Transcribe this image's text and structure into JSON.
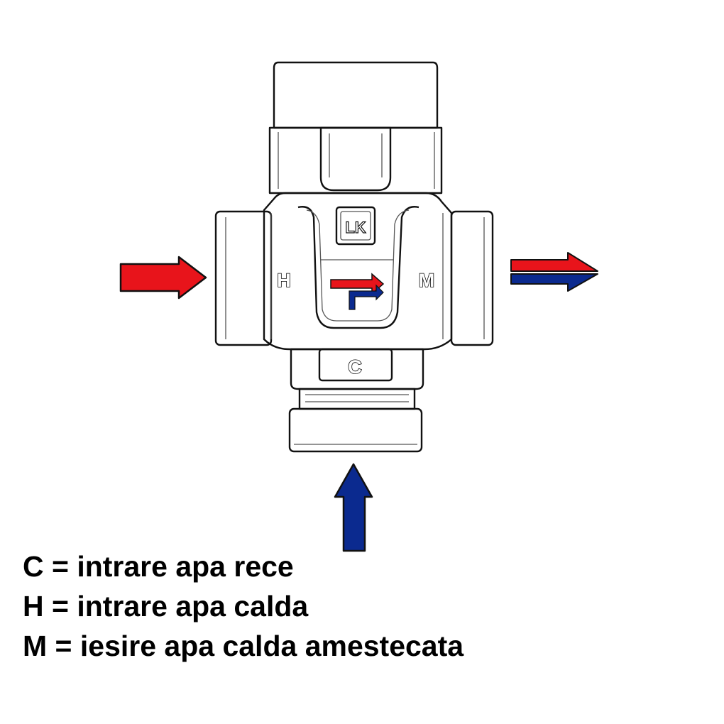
{
  "ports": {
    "hot_letter": "H",
    "mix_letter": "M",
    "cold_letter": "C"
  },
  "logo": {
    "text": "LK"
  },
  "colors": {
    "hot": "#e8141b",
    "cold": "#0b2a8f",
    "outline": "#111111",
    "body_fill": "#ffffff"
  },
  "legend": {
    "line_c": "C = intrare apa rece",
    "line_h": "H = intrare apa calda",
    "line_m": "M = iesire apa calda amestecata"
  }
}
